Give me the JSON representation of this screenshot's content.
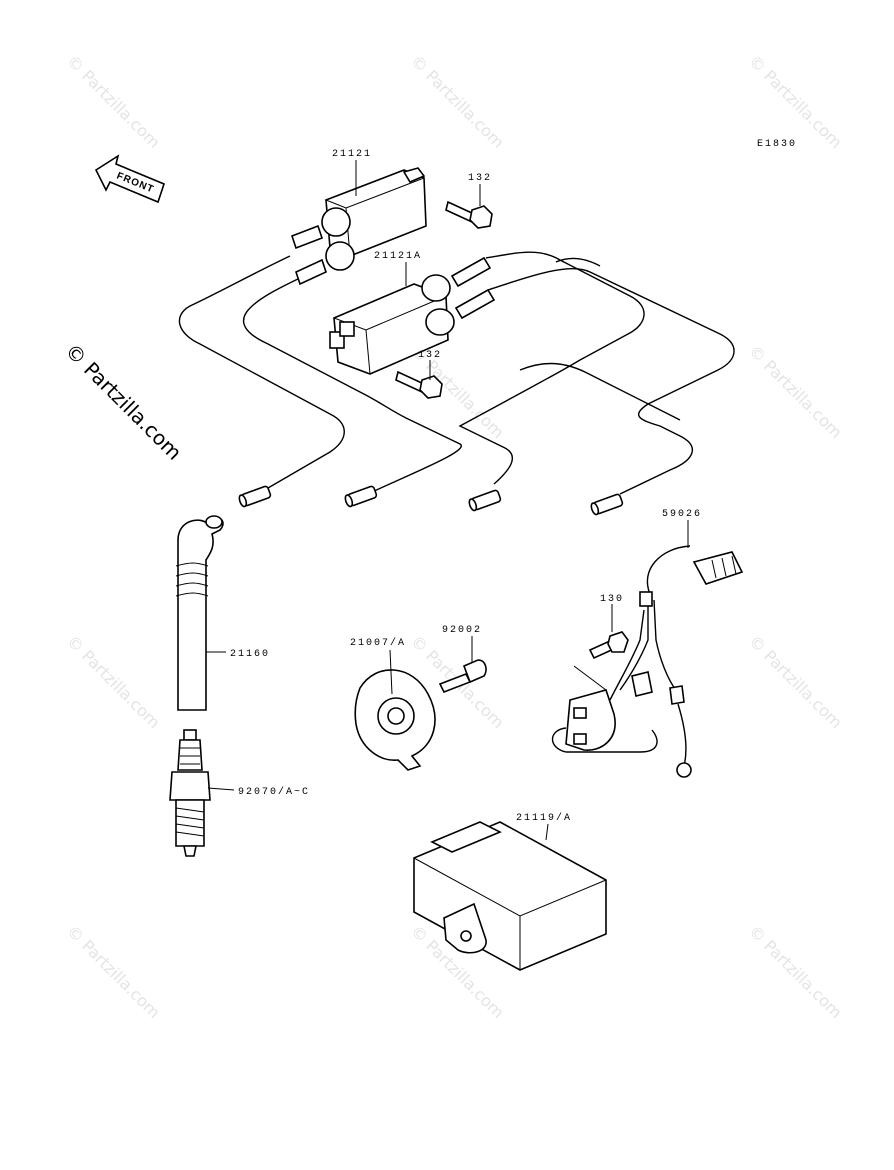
{
  "diagram_code": "E1830",
  "front_label": "FRONT",
  "watermark": "© Partzilla.com",
  "parts": {
    "coil_upper": "21121",
    "coil_lower": "21121A",
    "bolt_upper": "132",
    "bolt_lower": "132",
    "plug_cap_lead": "21160",
    "spark_plug": "92070/A~C",
    "pickup_plate": "21007/A",
    "screw": "92002",
    "bolt_sensor": "130",
    "lead_harness": "59026",
    "igniter": "21119/A"
  }
}
